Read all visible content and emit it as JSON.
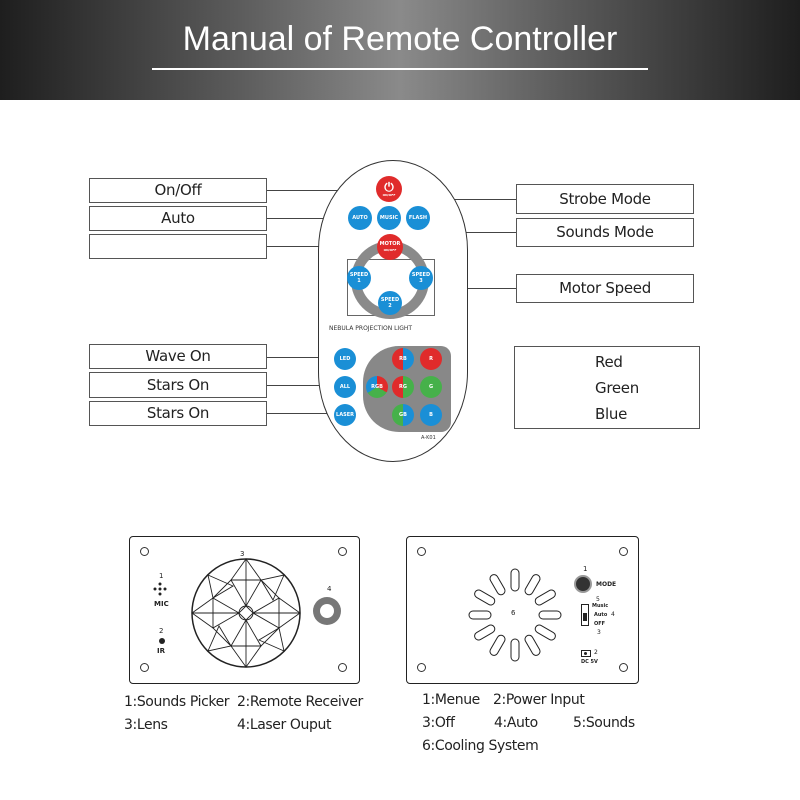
{
  "header": {
    "title": "Manual of Remote Controller"
  },
  "left_labels": {
    "on_off": "On/Off",
    "auto": "Auto",
    "wave_on": "Wave On",
    "stars_on_1": "Stars On",
    "stars_on_2": "Stars On"
  },
  "right_labels": {
    "strobe": "Strobe Mode",
    "sounds": "Sounds Mode",
    "motor_speed": "Motor Speed",
    "red": "Red",
    "green": "Green",
    "blue": "Blue"
  },
  "remote": {
    "power_sub": "ON/OFF",
    "auto": "AUTO",
    "music": "MUSIC",
    "flash": "FLASH",
    "motor": "MOTOR",
    "motor_sub": "ON/OFF",
    "speed": "SPEED",
    "speed1": "1",
    "speed2": "2",
    "speed3": "3",
    "brand": "NEBULA PROJECTION LIGHT",
    "led": "LED",
    "all": "ALL",
    "laser": "LASER",
    "rb": "RB",
    "r": "R",
    "rgb": "RGB",
    "rg": "RG",
    "g": "G",
    "gb": "GB",
    "b": "B",
    "model": "A-K01"
  },
  "panel_front": {
    "n1": "1",
    "mic": "MIC",
    "n2": "2",
    "ir": "IR",
    "n3": "3",
    "n4": "4"
  },
  "panel_back": {
    "n1": "1",
    "mode": "MODE",
    "n5": "5",
    "music": "Music",
    "auto": "Auto",
    "n4": "4",
    "off": "OFF",
    "n3": "3",
    "n2": "2",
    "dc": "DC 5V",
    "n6": "6"
  },
  "front_legend": {
    "item1": "1:Sounds Picker",
    "item2": "2:Remote Receiver",
    "item3": "3:Lens",
    "item4": "4:Laser Ouput"
  },
  "back_legend": {
    "item1": "1:Menue",
    "item2": "2:Power Input",
    "item3": "3:Off",
    "item4": "4:Auto",
    "item5": "5:Sounds",
    "item6": "6:Cooling System"
  },
  "colors": {
    "blue": "#1a8fd6",
    "red": "#e02b2b",
    "green": "#46b14a",
    "gray": "#8a8a8a"
  }
}
